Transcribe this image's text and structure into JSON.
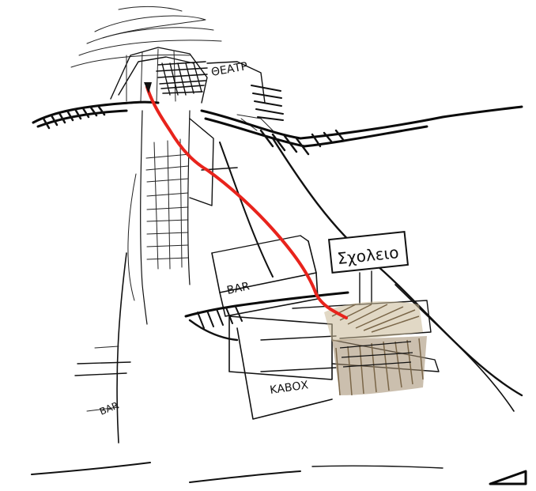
{
  "sketch": {
    "labels": {
      "top_sign": "ΘΕΑΤΡ",
      "sign_board": "Σχολειο",
      "bar_right": "BAR",
      "bar_left": "BAR",
      "box_label": "ΚΑΒΟΧ"
    },
    "colors": {
      "ink": "#111111",
      "path_line": "#e8231c",
      "box_hatch": "#a08b6c",
      "paper": "#ffffff"
    }
  }
}
